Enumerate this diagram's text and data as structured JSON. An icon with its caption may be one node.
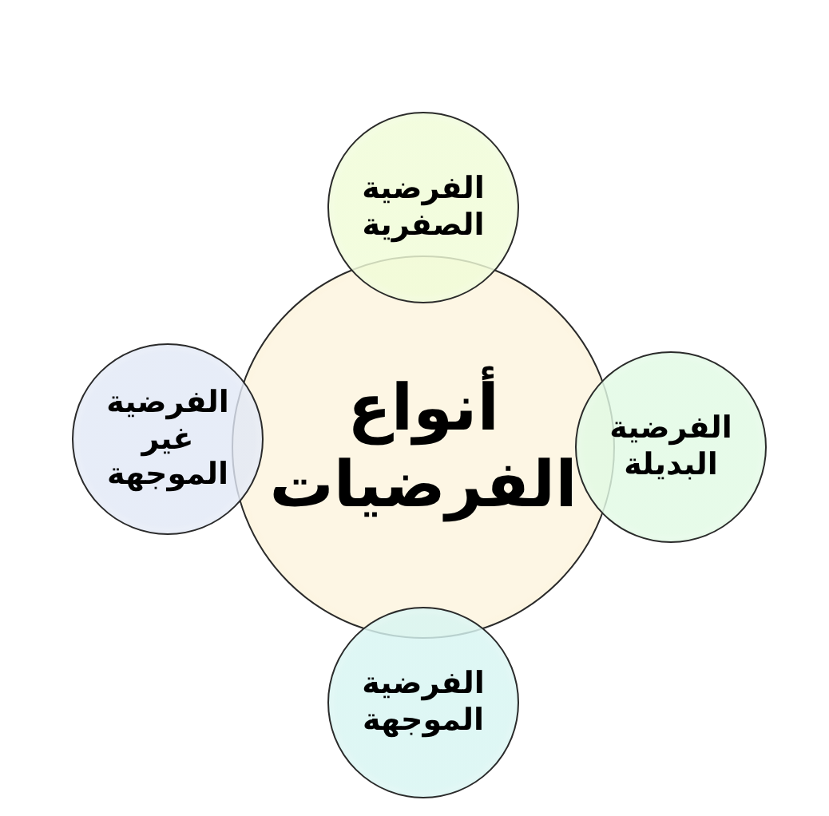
{
  "diagram": {
    "nodes": [
      {
        "text": [
          "الفرضية الصفرية"
        ]
      },
      {
        "text": [
          "الفرضية البديلة"
        ]
      },
      {
        "text": [
          "أنواع الفرضيات"
        ]
      },
      {
        "text": [
          "الفرضية غير الموجهة"
        ]
      },
      {
        "text": [
          "الفرضية الموجهة"
        ]
      }
    ]
  }
}
